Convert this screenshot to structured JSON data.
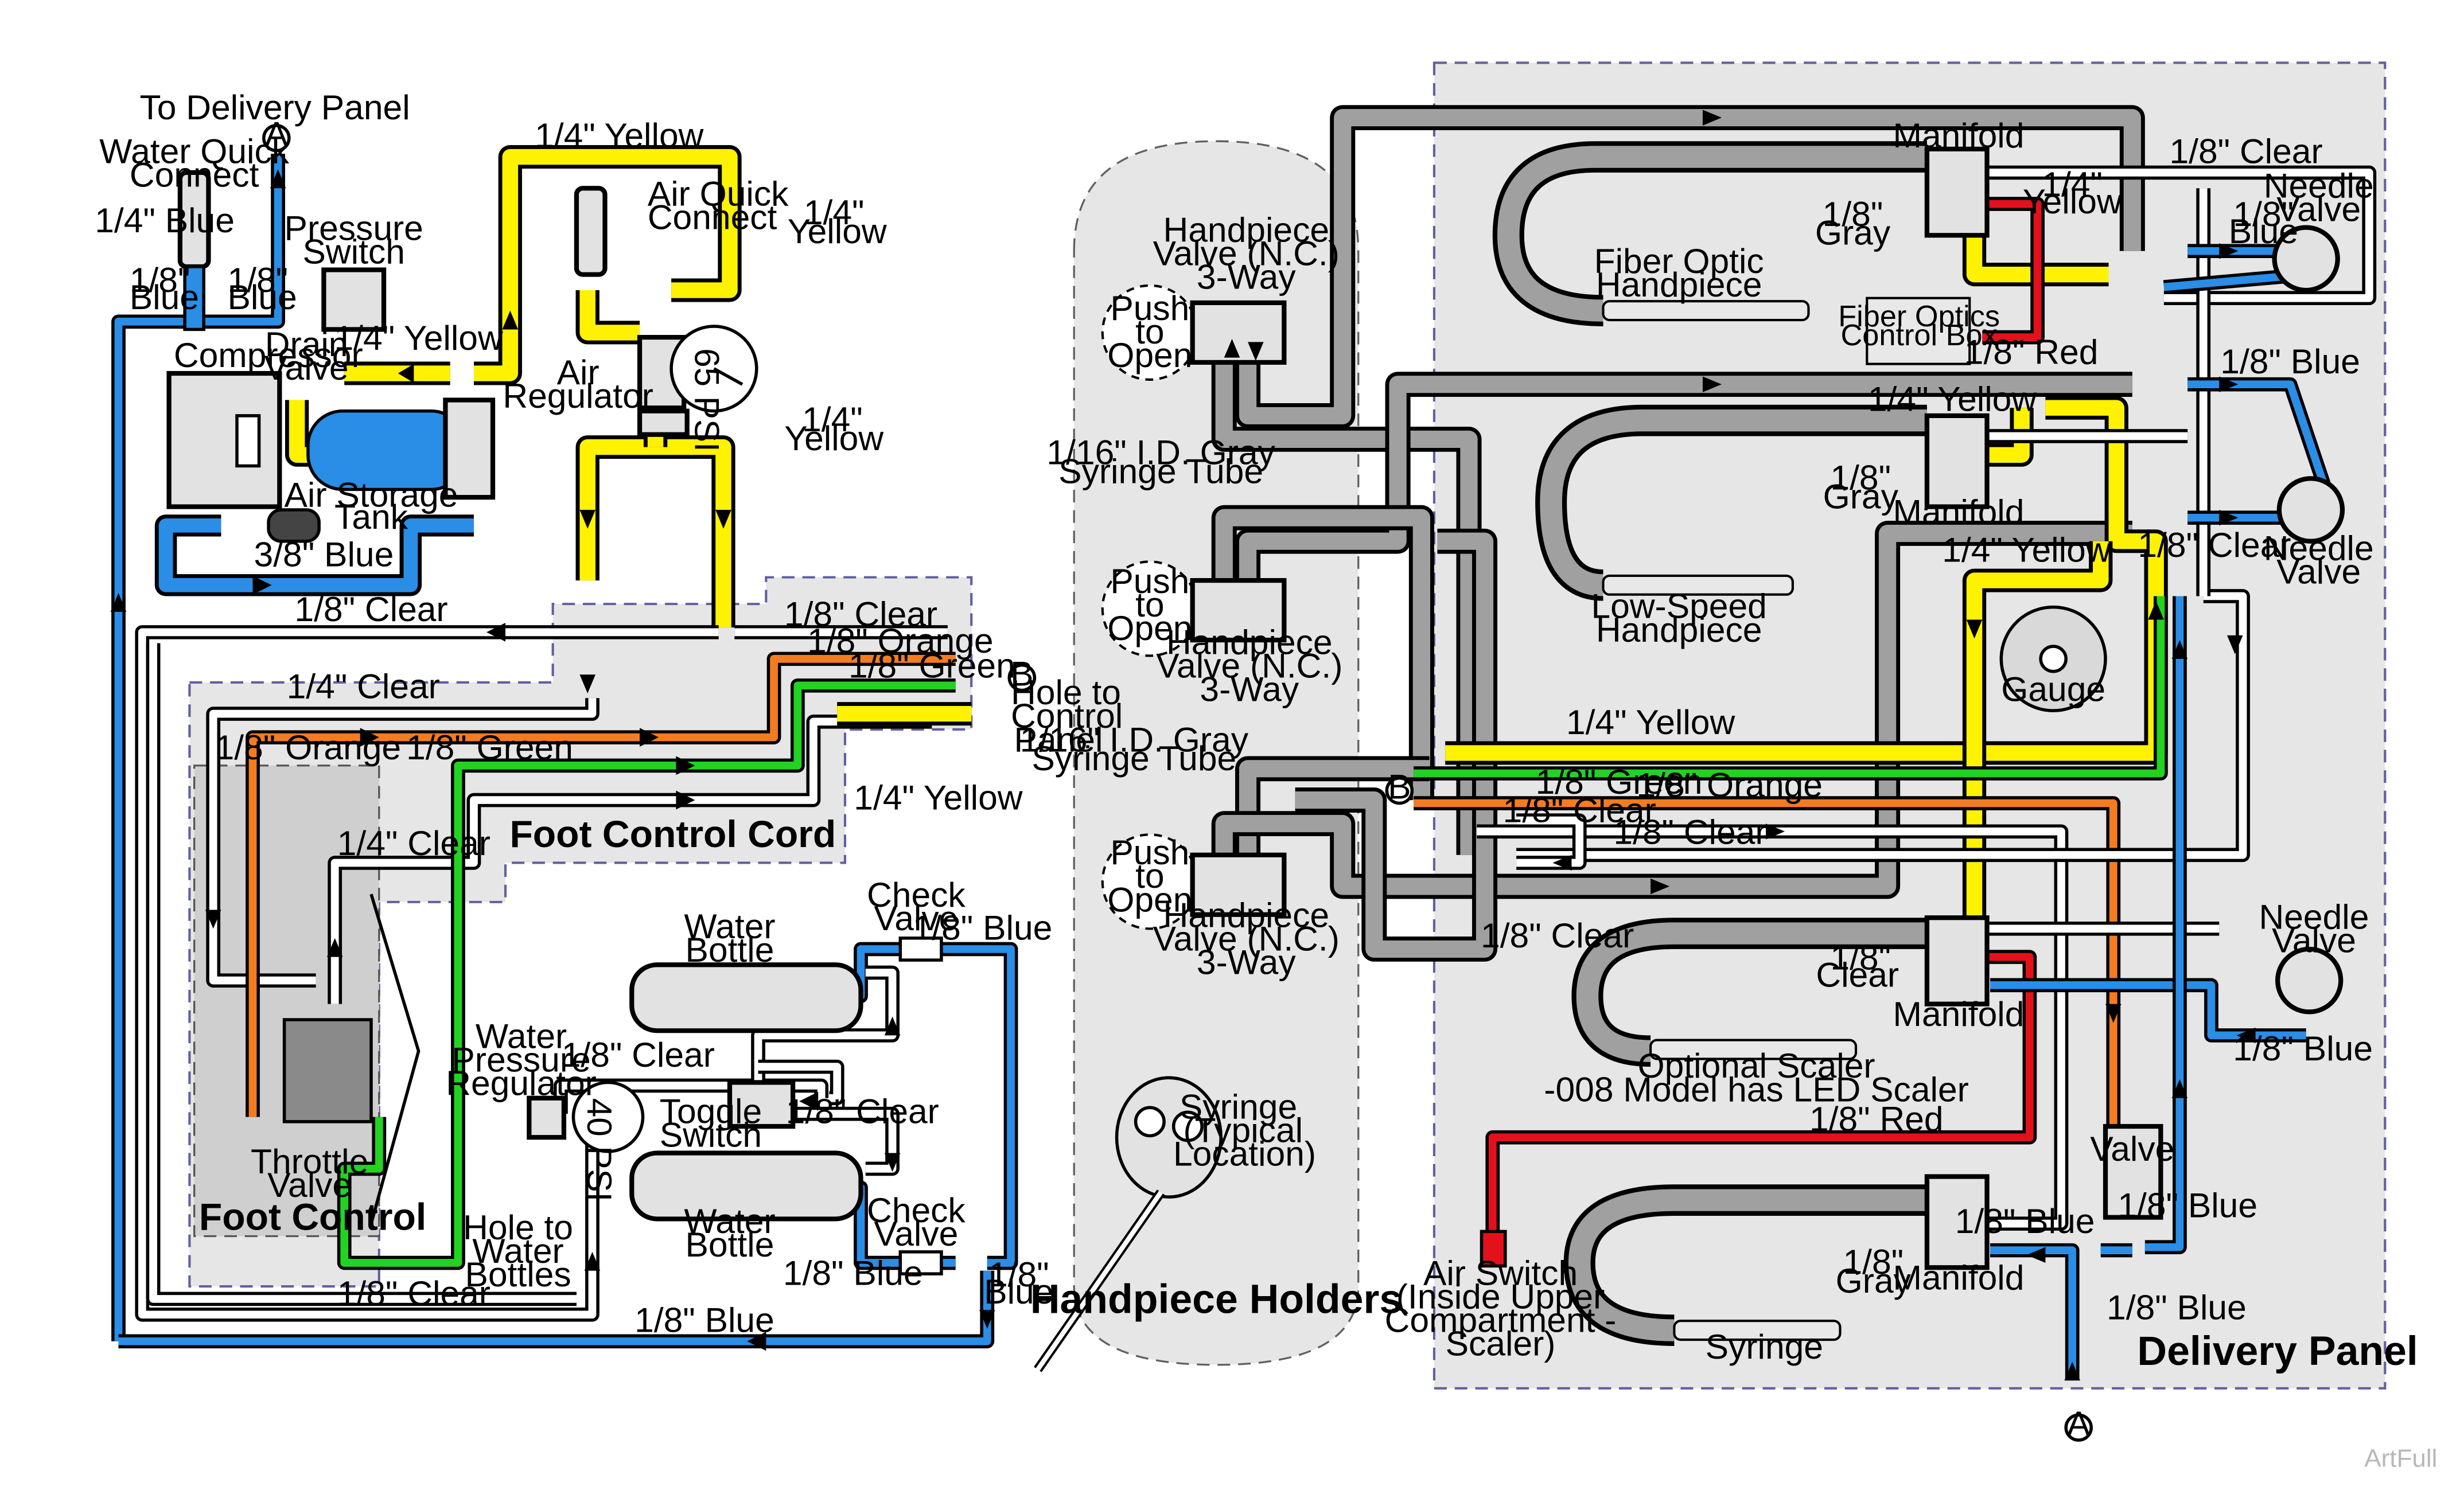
{
  "labels": {
    "to_delivery_panel": "To Delivery Panel",
    "marker_a": "A",
    "marker_b": "B",
    "water_quick_connect_1": "Water Quick",
    "water_quick_connect_2": "Connect",
    "quarter_blue": "1/4\" Blue",
    "eighth_blue": "1/8\"",
    "blue_word": "Blue",
    "eighth_blue_full": "1/8\" Blue",
    "quarter_yellow": "1/4\" Yellow",
    "quarter_yellow_a": "1/4\"",
    "yellow_word": "Yellow",
    "pressure_switch_1": "Pressure",
    "pressure_switch_2": "Switch",
    "air_quick_connect_1": "Air Quick",
    "air_quick_connect_2": "Connect",
    "compressor": "Compressor",
    "drain_valve_1": "Drain",
    "drain_valve_2": "Valve",
    "air_regulator_1": "Air",
    "air_regulator_2": "Regulator",
    "gauge_psi_air": "65 PSI",
    "air_storage_1": "Air Storage",
    "air_storage_2": "Tank",
    "three_eighth_blue": "3/8\" Blue",
    "eighth_clear": "1/8\" Clear",
    "quarter_clear": "1/4\" Clear",
    "eighth_orange": "1/8\" Orange",
    "eighth_green": "1/8\" Green",
    "hole_control_1": "Hole to",
    "hole_control_2": "Control",
    "hole_control_3": "Panel",
    "foot_control_cord": "Foot Control Cord",
    "foot_control": "Foot Control",
    "throttle_1": "Throttle",
    "throttle_2": "Valve",
    "check_valve_1": "Check",
    "check_valve_2": "Valve",
    "water_bottle_1": "Water",
    "water_bottle_2": "Bottle",
    "water_pressure_1": "Water",
    "water_pressure_2": "Pressure",
    "water_pressure_3": "Regulator",
    "gauge_psi_water": "40 PSI",
    "toggle_1": "Toggle",
    "toggle_2": "Switch",
    "hole_water_1": "Hole to",
    "hole_water_2": "Water",
    "hole_water_3": "Bottles",
    "hp_valve_1": "Handpiece",
    "hp_valve_2": "Valve (N.C.)",
    "hp_valve_3": "3-Way",
    "push_1": "Push",
    "push_2": "to",
    "push_3": "Open",
    "syringe_tube_1": "1/16\" I.D. Gray",
    "syringe_tube_2": "Syringe Tube",
    "syringe_typ_1": "Syringe",
    "syringe_typ_2": "(Typical",
    "syringe_typ_3": "Location)",
    "handpiece_holders": "Handpiece Holders",
    "manifold": "Manifold",
    "fiber_optic_1": "Fiber Optic",
    "fiber_optic_2": "Handpiece",
    "fiber_box_1": "Fiber Optics",
    "fiber_box_2": "Control Box",
    "gray_word": "Gray",
    "clear_word": "Clear",
    "eighth_red": "1/8\" Red",
    "needle_valve_1": "Needle",
    "needle_valve_2": "Valve",
    "low_speed_1": "Low-Speed",
    "low_speed_2": "Handpiece",
    "gauge": "Gauge",
    "optional_scaler_1": "Optional Scaler",
    "optional_scaler_2": "-008 Model has LED Scaler",
    "valve": "Valve",
    "air_switch_1": "Air Switch",
    "air_switch_2": "(Inside Upper",
    "air_switch_3": "Compartment -",
    "air_switch_4": "Scaler)",
    "syringe": "Syringe",
    "delivery_panel": "Delivery Panel",
    "watermark": "ArtFull"
  },
  "colors": {
    "blue": "#2a8de6",
    "yellow": "#fff200",
    "green": "#22d322",
    "orange": "#f47c20",
    "red": "#e3111b",
    "gray": "#a0a0a0",
    "clear": "#ffffff",
    "panel": "#e6e6e6",
    "outline": "#000000"
  }
}
